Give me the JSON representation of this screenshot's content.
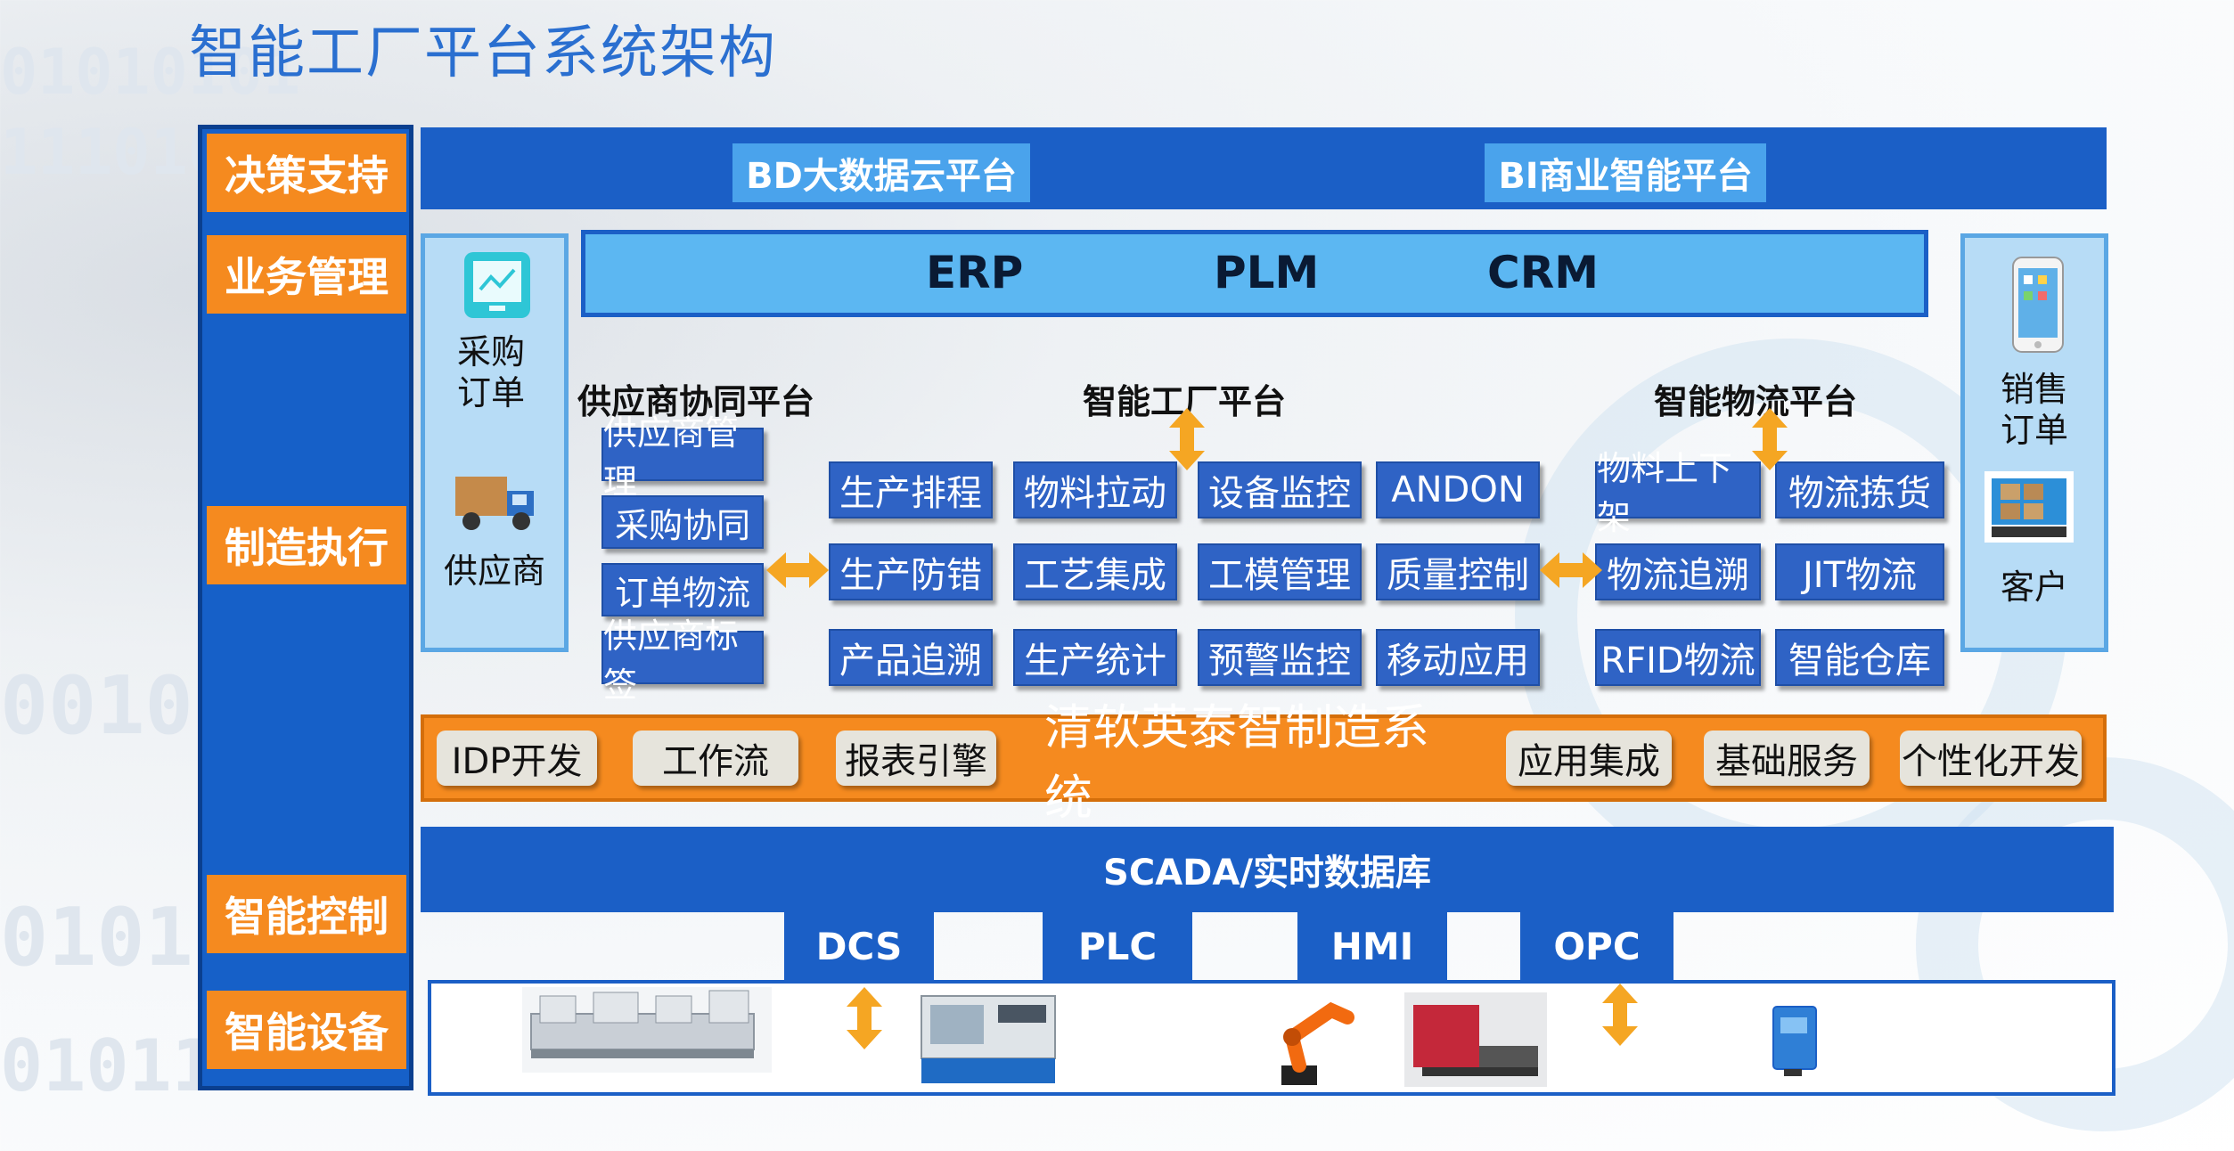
{
  "title": "智能工厂平台系统架构",
  "layers": {
    "decision": "决策支持",
    "business": "业务管理",
    "manufacturing": "制造执行",
    "control": "智能控制",
    "devices": "智能设备"
  },
  "top": {
    "bd": "BD大数据云平台",
    "bi": "BI商业智能平台"
  },
  "erp_row": {
    "erp": "ERP",
    "plm": "PLM",
    "crm": "CRM"
  },
  "left_panel": {
    "purchase_order": "采购\n订单",
    "supplier": "供应商",
    "monitor_icon": "monitor-icon",
    "truck_icon": "truck-icon"
  },
  "right_panel": {
    "sales_order": "销售\n订单",
    "customer": "客户",
    "phone_icon": "phone-icon",
    "pallet_icon": "pallet-icon"
  },
  "supplier_platform": {
    "title": "供应商协同平台",
    "items": [
      "供应商管理",
      "采购协同",
      "订单物流",
      "供应商标签"
    ]
  },
  "factory_platform": {
    "title": "智能工厂平台",
    "rows": [
      [
        "生产排程",
        "物料拉动",
        "设备监控",
        "ANDON"
      ],
      [
        "生产防错",
        "工艺集成",
        "工模管理",
        "质量控制"
      ],
      [
        "产品追溯",
        "生产统计",
        "预警监控",
        "移动应用"
      ]
    ]
  },
  "logistics_platform": {
    "title": "智能物流平台",
    "rows": [
      [
        "物料上下架",
        "物流拣货"
      ],
      [
        "物流追溯",
        "JIT物流"
      ],
      [
        "RFID物流",
        "智能仓库"
      ]
    ]
  },
  "base_system": {
    "name": "清软英泰智制造系统",
    "left": [
      "IDP开发",
      "工作流",
      "报表引擎"
    ],
    "right": [
      "应用集成",
      "基础服务",
      "个性化开发"
    ]
  },
  "scada": "SCADA/实时数据库",
  "interfaces": [
    "DCS",
    "PLC",
    "HMI",
    "OPC"
  ],
  "devices": [
    "production-line-icon",
    "cnc-machine-icon",
    "robot-arm-icon",
    "agv-icon",
    "sensor-icon"
  ],
  "colors": {
    "primary_blue": "#1b5fc6",
    "light_blue": "#5cb7f2",
    "orange": "#f58a1f",
    "title_blue": "#2a6fd0"
  }
}
